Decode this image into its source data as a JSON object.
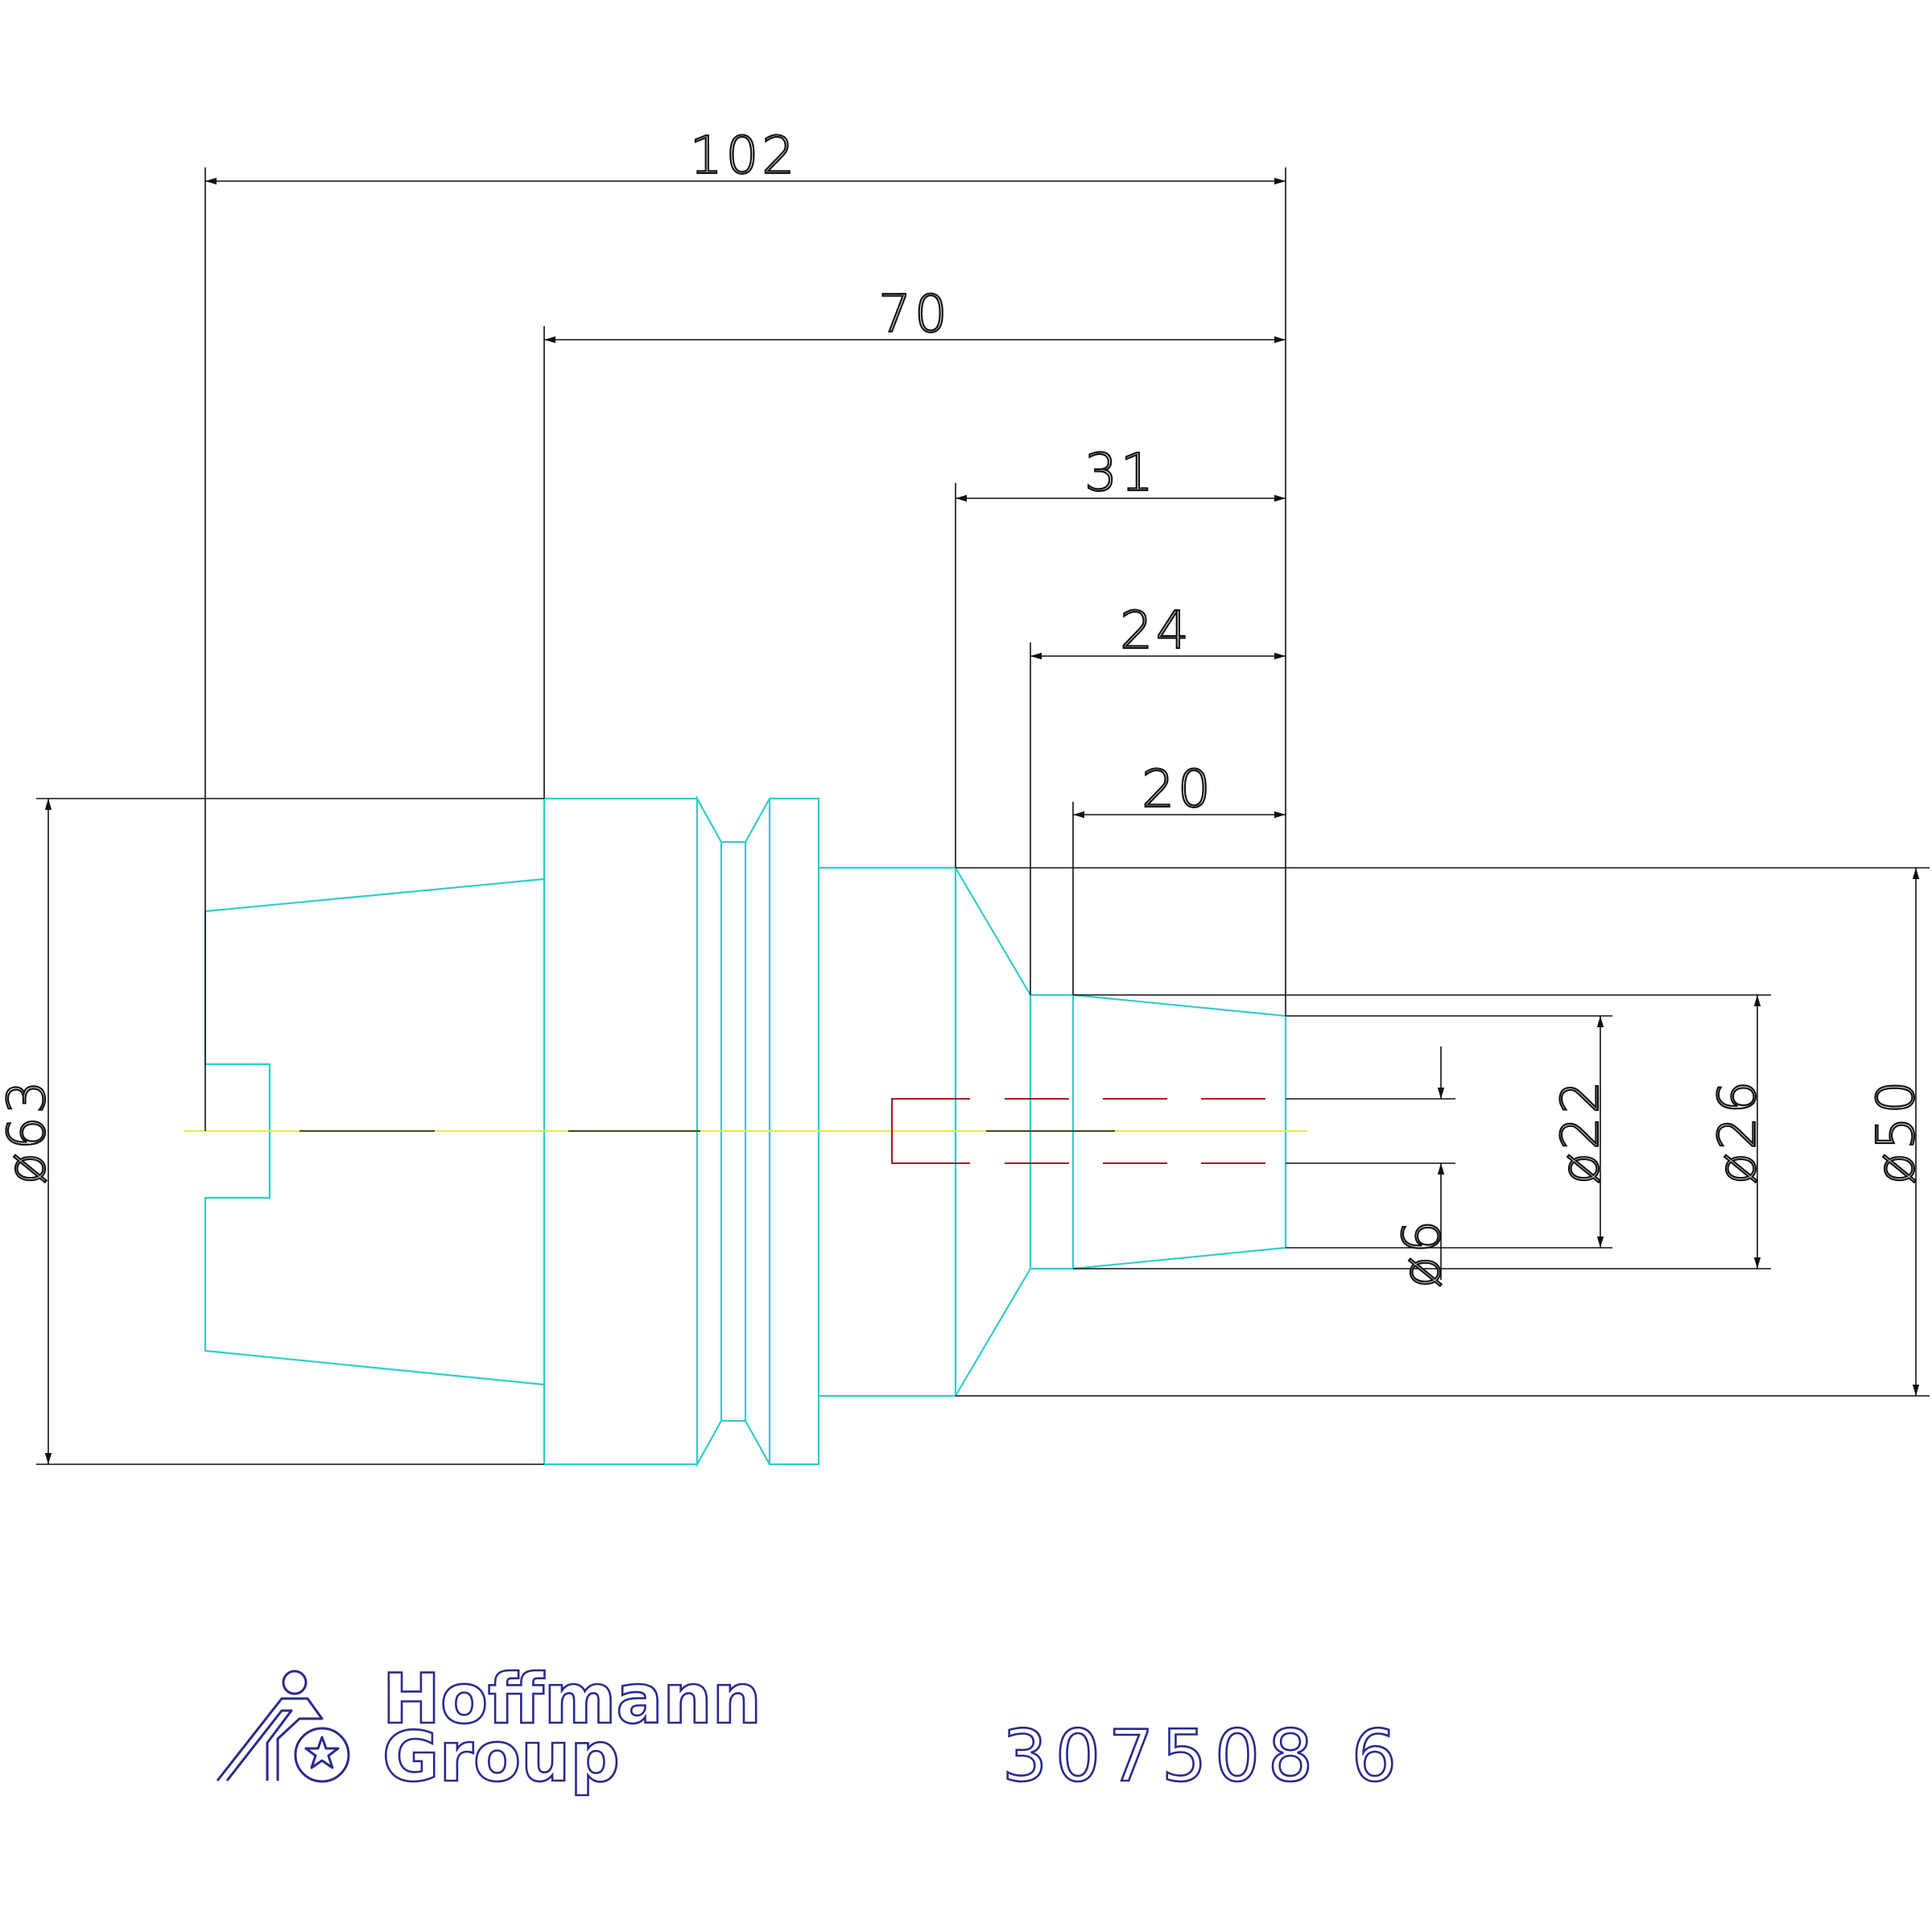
{
  "colors": {
    "body": "#33cccc",
    "dimension": "#111111",
    "centerline": "#e8e84a",
    "hidden": "#990000",
    "logo": "#2a2a8a"
  },
  "dimensions": {
    "len_102": "102",
    "len_70": "70",
    "len_31": "31",
    "len_24": "24",
    "len_20": "20",
    "dia_63": "ø63",
    "dia_50": "ø50",
    "dia_26": "ø26",
    "dia_22": "ø22",
    "dia_6": "ø6"
  },
  "logo": {
    "brand_line1": "Hoffmann",
    "brand_line2": "Group",
    "icon": "hoffmann-figure-star-icon"
  },
  "article_number": "307508 6"
}
